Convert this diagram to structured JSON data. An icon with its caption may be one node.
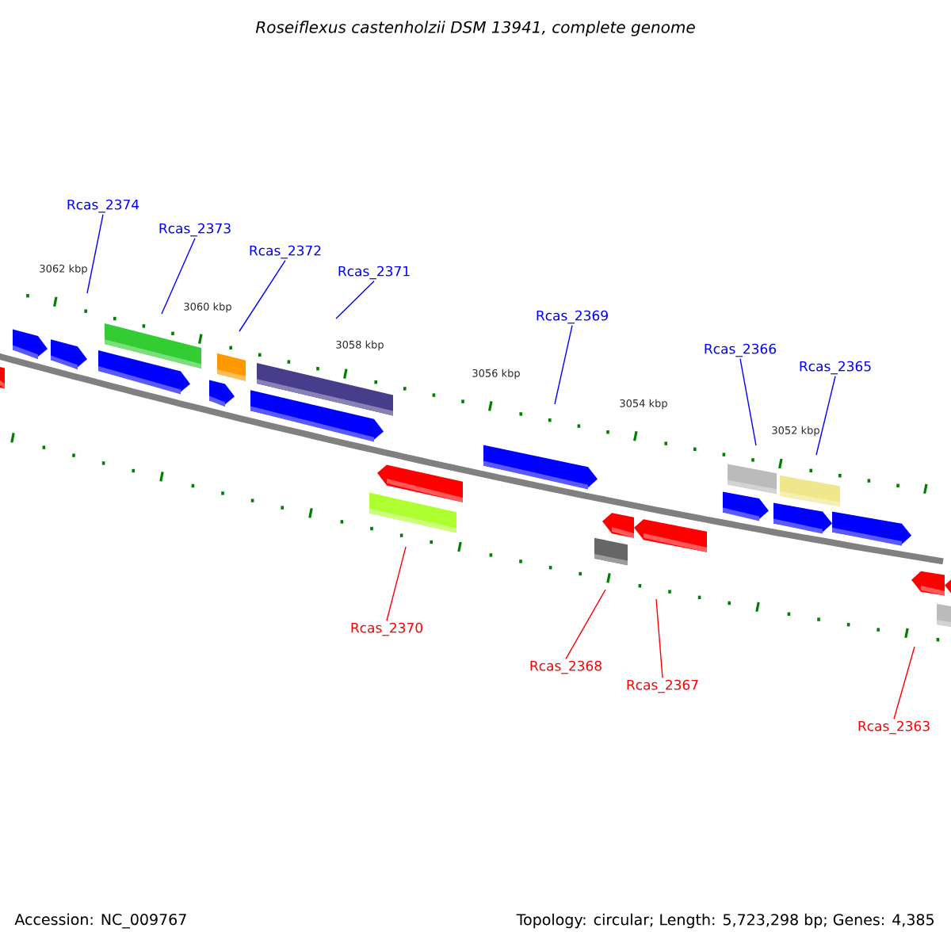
{
  "diagram": {
    "title": "Roseiflexus castenholzii DSM 13941, complete genome",
    "nodes": [
      {
        "text": [
          "Rcas_2374"
        ]
      },
      {
        "text": [
          "Rcas_2373"
        ]
      },
      {
        "text": [
          "Rcas_2372"
        ]
      },
      {
        "text": [
          "Rcas_2371"
        ]
      },
      {
        "text": [
          "Rcas_2369"
        ]
      },
      {
        "text": [
          "Rcas_2366"
        ]
      },
      {
        "text": [
          "Rcas_2365"
        ]
      },
      {
        "text": [
          "Rcas_2370"
        ]
      },
      {
        "text": [
          "Rcas_2368"
        ]
      },
      {
        "text": [
          "Rcas_2367"
        ]
      },
      {
        "text": [
          "Rcas_2363"
        ]
      }
    ],
    "edges": [
      {
        "from": 0,
        "to": null,
        "arrow": "none"
      },
      {
        "from": 1,
        "to": null,
        "arrow": "none"
      },
      {
        "from": 2,
        "to": null,
        "arrow": "none"
      },
      {
        "from": 3,
        "to": null,
        "arrow": "none"
      },
      {
        "from": 4,
        "to": null,
        "arrow": "none"
      },
      {
        "from": 5,
        "to": null,
        "arrow": "none"
      },
      {
        "from": 6,
        "to": null,
        "arrow": "none"
      },
      {
        "from": 7,
        "to": null,
        "arrow": "none",
        "color": "#ff0000"
      },
      {
        "from": 8,
        "to": null,
        "arrow": "none",
        "color": "#ff0000"
      },
      {
        "from": 9,
        "to": null,
        "arrow": "none",
        "color": "#ff0000"
      },
      {
        "from": 10,
        "to": null,
        "arrow": "none",
        "color": "#ff0000"
      }
    ],
    "labels": [
      "3062 kbp",
      "3060 kbp",
      "3058 kbp",
      "3056 kbp",
      "3054 kbp",
      "3052 kbp",
      "Accession: NC_009767",
      "Topology: circular; Length: 5,723,298 bp; Genes: 4,385"
    ]
  }
}
